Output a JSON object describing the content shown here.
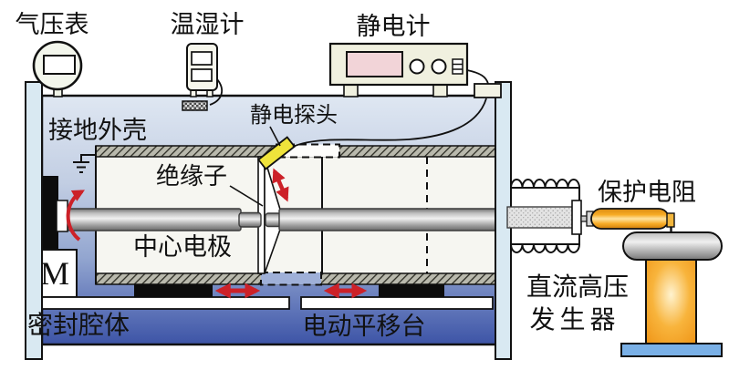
{
  "labels": {
    "barometer": "气压表",
    "hygrometer": "温湿计",
    "electrometer": "静电计",
    "electrostatic_probe": "静电探头",
    "grounded_shell": "接地外壳",
    "insulator": "绝缘子",
    "center_electrode": "中心电极",
    "protection_resistor": "保护电阻",
    "dc_hv_generator_line1": "直流高压",
    "dc_hv_generator_line2": "发生器",
    "sealed_chamber": "密封腔体",
    "motorized_translation_stage": "电动平移台",
    "motor": "M"
  },
  "colors": {
    "arrow_red": "#cc2128",
    "probe_yellow": "#efe33b",
    "resistor_orange": "#f6a623",
    "generator_column_orange": "#f29b1d",
    "generator_base_blue": "#7ab0e6",
    "chamber_blue_top": "#dfe7f2",
    "chamber_blue_bottom": "#3d54a6",
    "electrometer_display_pink": "#f2d4d8",
    "instrument_panel_cream": "#f0f0df",
    "wall_light_blue": "#d9e9f2",
    "electrode_gray": "#b9b9b9"
  }
}
